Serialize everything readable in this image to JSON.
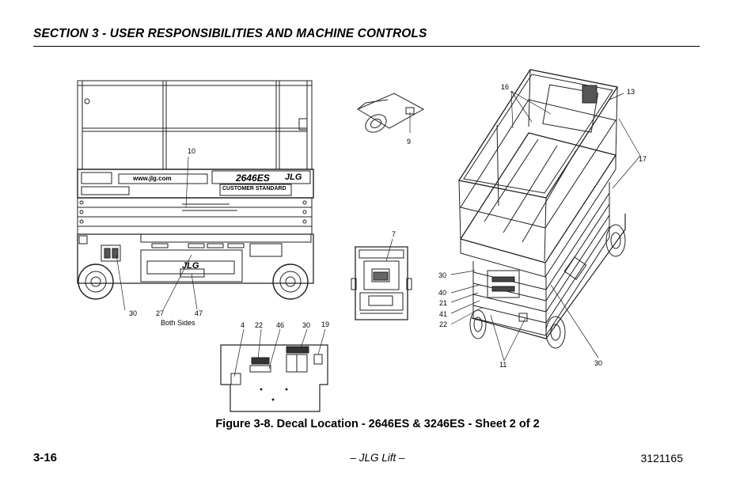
{
  "header": {
    "section_title": "SECTION 3 - USER RESPONSIBILITIES AND MACHINE CONTROLS"
  },
  "figure": {
    "caption": "Figure 3-8. Decal Location - 2646ES & 3246ES - Sheet 2 of 2",
    "side_view_text": {
      "brand": "www.jlg.com",
      "model": "2646ES",
      "logo": "JLG",
      "customer_line": "CUSTOMER STANDARD"
    },
    "callouts": {
      "side_10": "10",
      "side_30": "30",
      "side_27": "27",
      "side_47": "47",
      "side_note": "Both Sides",
      "detail_9": "9",
      "front_7": "7",
      "rear_4": "4",
      "rear_22": "22",
      "rear_46": "46",
      "rear_30": "30",
      "rear_19": "19",
      "iso_16": "16",
      "iso_13": "13",
      "iso_17": "17",
      "iso_30a": "30",
      "iso_40": "40",
      "iso_21": "21",
      "iso_41": "41",
      "iso_22": "22",
      "iso_11": "11",
      "iso_30b": "30"
    }
  },
  "footer": {
    "page_number": "3-16",
    "publisher": "– JLG Lift –",
    "doc_number": "3121165"
  }
}
